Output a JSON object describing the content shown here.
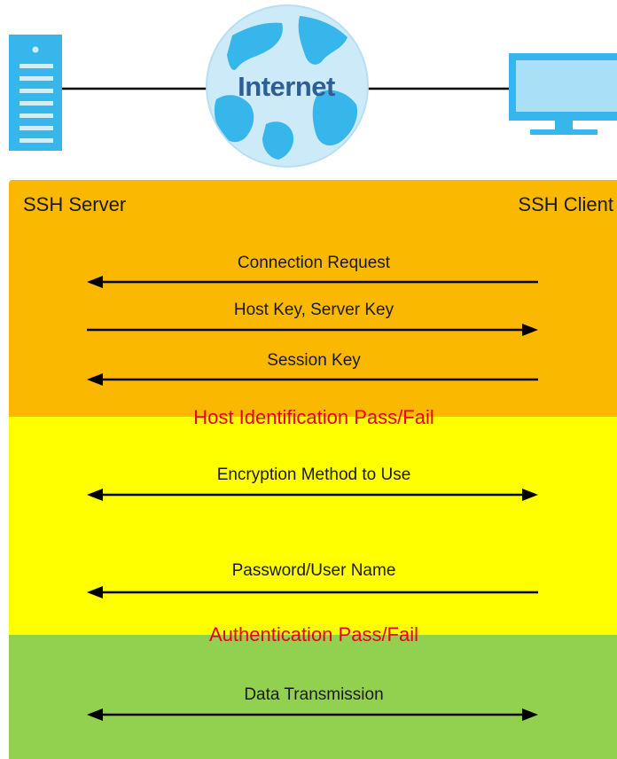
{
  "topology": {
    "left_device": "server-icon",
    "center_cloud": "globe-icon",
    "center_label": "Internet",
    "right_device": "monitor-icon",
    "colors": {
      "device_blue": "#36b6ea",
      "device_light": "#cfeefc",
      "globe_ocean": "#cdeaf8",
      "globe_land": "#36b6ea",
      "label_text": "#2d5f96"
    }
  },
  "endpoints": {
    "server": "SSH Server",
    "client": "SSH Client"
  },
  "phases": [
    {
      "id": "host-identification",
      "color": "#fbb800",
      "messages": [
        {
          "label": "Connection Request",
          "direction": "client-to-server"
        },
        {
          "label": "Host Key, Server Key",
          "direction": "server-to-client"
        },
        {
          "label": "Session Key",
          "direction": "client-to-server"
        }
      ],
      "result": "Host Identification Pass/Fail"
    },
    {
      "id": "authentication",
      "color": "#ffff00",
      "messages": [
        {
          "label": "Encryption Method to Use",
          "direction": "both"
        },
        {
          "label": "Password/User Name",
          "direction": "client-to-server"
        }
      ],
      "result": "Authentication Pass/Fail"
    },
    {
      "id": "data-transmission",
      "color": "#92d050",
      "messages": [
        {
          "label": "Data Transmission",
          "direction": "both"
        }
      ],
      "result": ""
    }
  ],
  "result_color": "#e8001c"
}
